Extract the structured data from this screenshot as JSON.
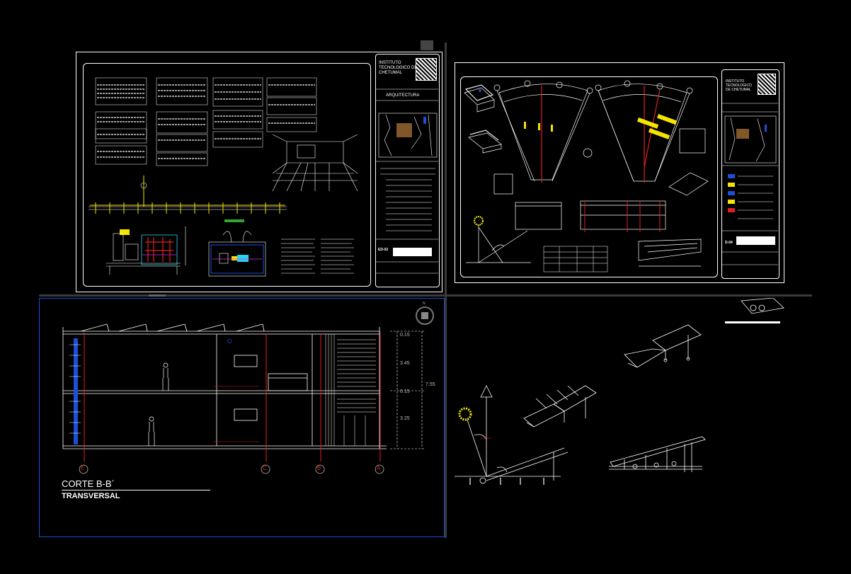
{
  "sheet1": {
    "institute": [
      "INSTITUTO",
      "TECNOLOGICO DE",
      "CHETUMAL"
    ],
    "discipline": "ARQUITECTURA",
    "sheet_code": "ED-02"
  },
  "sheet2": {
    "institute": [
      "INSTITUTO",
      "TECNOLOGICO",
      "DE CHETUMAL"
    ],
    "sheet_code": "D-04"
  },
  "section": {
    "title": "CORTE B-B´",
    "subtitle": "TRANSVERSAL",
    "axes": [
      "E",
      "C",
      "B",
      "A"
    ],
    "dimensions": [
      "0.15",
      "3.45",
      "0.15",
      "3.25",
      "7.55"
    ],
    "compass": "N"
  },
  "colors": {
    "accent_blue": "#1a4fd6",
    "dim_red": "#e02020",
    "solar_yellow": "#f5e400",
    "cyan": "#27d3ee",
    "magenta": "#e030e0"
  }
}
